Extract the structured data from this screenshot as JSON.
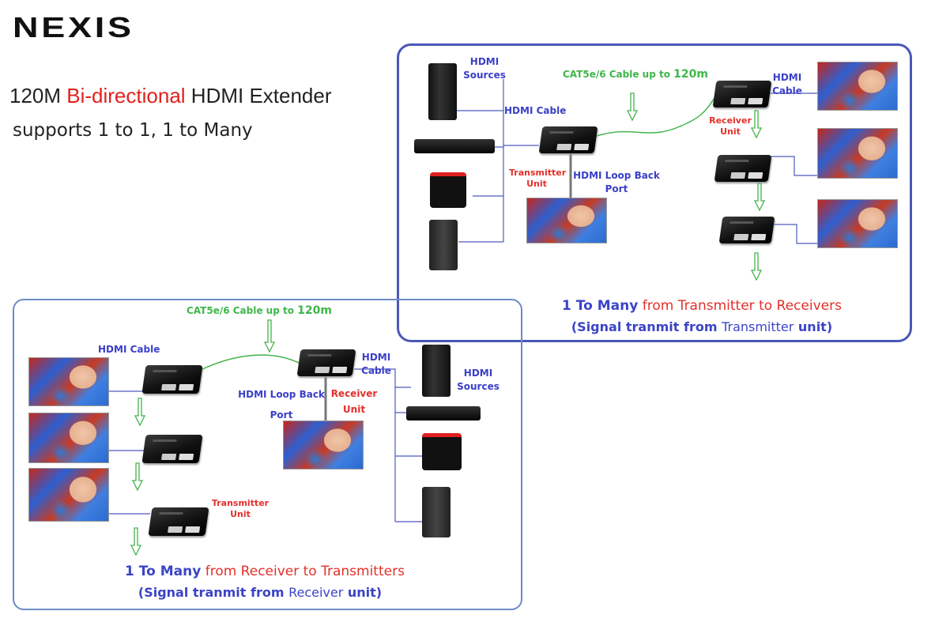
{
  "brand": {
    "logo": "NEXIS"
  },
  "headline": {
    "part1": "120M ",
    "highlight": "Bi-directional",
    "part2": " HDMI Extender"
  },
  "subheadline": "supports 1 to 1, 1 to Many",
  "top_diagram": {
    "hdmi_sources": [
      "HDMI",
      "Sources"
    ],
    "hdmi_cable": "HDMI Cable",
    "cat_cable": {
      "text": "CAT5e/6 Cable up to ",
      "distance": "120m"
    },
    "transmitter_unit": [
      "Transmitter",
      "Unit"
    ],
    "loop_back": [
      "HDMI Loop Back",
      "Port"
    ],
    "receiver_unit": [
      "Receiver",
      "Unit"
    ],
    "hdmi_cable_right": [
      "HDMI",
      "Cable"
    ],
    "caption": {
      "bold": "1 To Many",
      "rest": " from Transmitter to Receivers"
    },
    "caption2": {
      "open": "(Signal tranmit from ",
      "unit": "Transmitter",
      "close": " unit)"
    }
  },
  "bottom_diagram": {
    "cat_cable": {
      "text": "CAT5e/6 Cable up to ",
      "distance": "120m"
    },
    "hdmi_cable": "HDMI Cable",
    "hdmi_cable_right": [
      "HDMI",
      "Cable"
    ],
    "hdmi_sources": [
      "HDMI",
      "Sources"
    ],
    "loop_back": [
      "HDMI Loop Back",
      "Port"
    ],
    "receiver_unit": [
      "Receiver",
      "Unit"
    ],
    "transmitter_unit": [
      "Transmitter",
      "Unit"
    ],
    "caption": {
      "bold": "1 To Many",
      "rest": " from Receiver to Transmitters"
    },
    "caption2": {
      "open": "(Signal tranmit from ",
      "unit": "Receiver",
      "close": " unit)"
    }
  },
  "colors": {
    "panel_border": "#4a57b8",
    "blue_text": "#3a3fc9",
    "red_text": "#e3302a",
    "green_text": "#3fb64a",
    "cable_green": "#44b34b"
  }
}
